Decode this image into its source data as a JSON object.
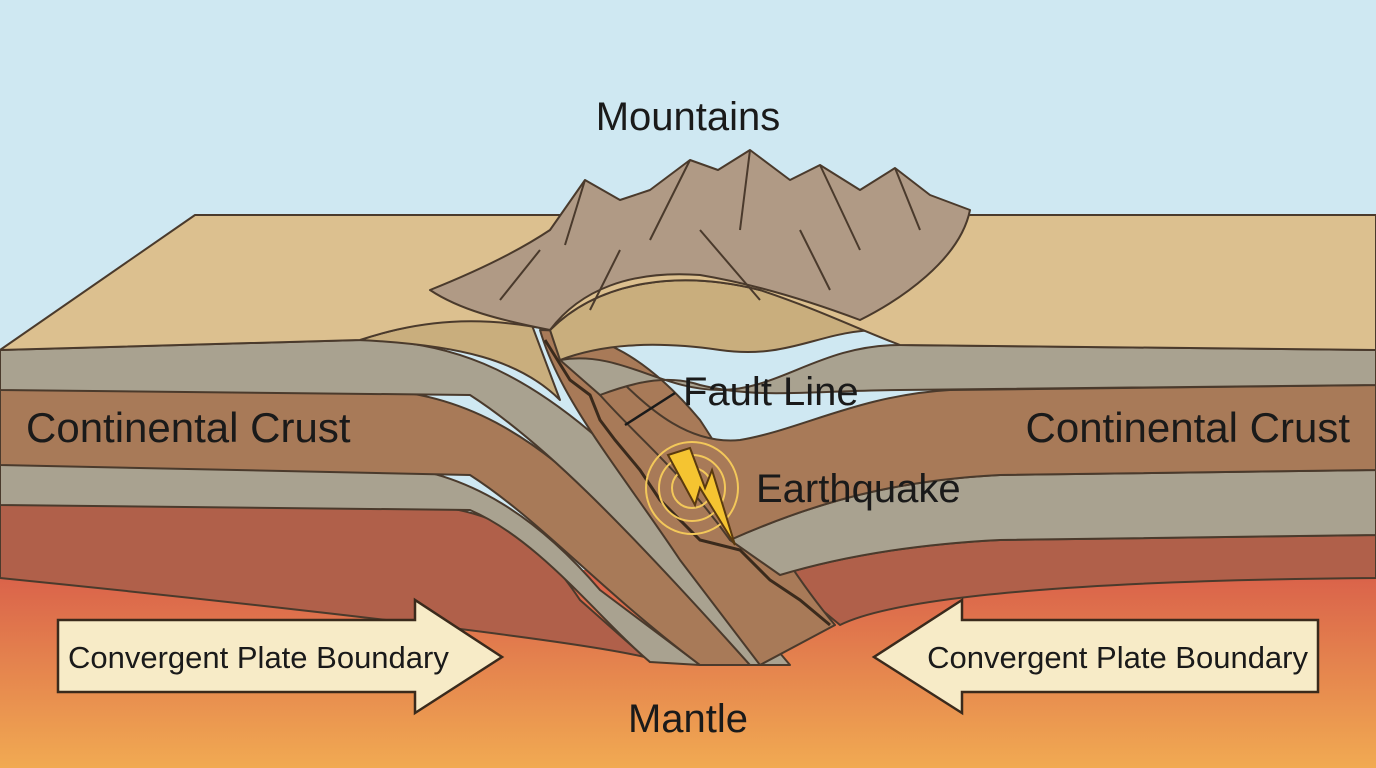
{
  "labels": {
    "mountains": "Mountains",
    "fault_line": "Fault Line",
    "earthquake": "Earthquake",
    "crust_left": "Continental Crust",
    "crust_right": "Continental Crust",
    "boundary_left": "Convergent Plate Boundary",
    "boundary_right": "Convergent Plate Boundary",
    "mantle": "Mantle"
  },
  "colors": {
    "sky": "#cfe8f2",
    "surface": "#dcc08f",
    "mountain": "#b09a85",
    "gray_layer": "#a9a290",
    "brown_layer": "#a87a58",
    "red_layer": "#b0604a",
    "mantle_top": "#d9604a",
    "mantle_bottom": "#f1aa52",
    "arrow_fill": "#f7ebc7",
    "lightning": "#f5c431"
  }
}
